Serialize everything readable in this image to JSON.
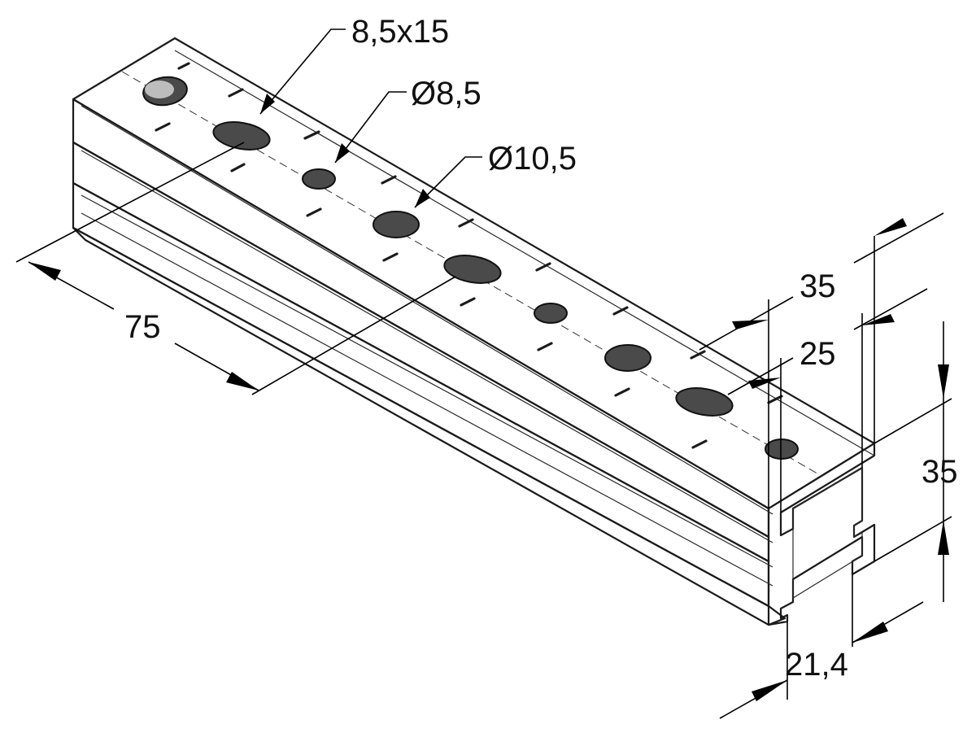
{
  "drawing": {
    "subject": "perforated mounting channel profile",
    "colors": {
      "top_face": "#b8b8b8",
      "side_face": "#8c8c8c",
      "dark_face": "#5a5a5a",
      "end_face": "#a9a9a9",
      "outline": "#1a1a1a"
    },
    "dimensions": {
      "slot": "8,5x15",
      "hole_small": "Ø8,5",
      "hole_large": "Ø10,5",
      "width_top": "35",
      "slot_opening": "25",
      "height": "35",
      "lip_depth": "21,4",
      "hole_spacing": "75"
    }
  }
}
